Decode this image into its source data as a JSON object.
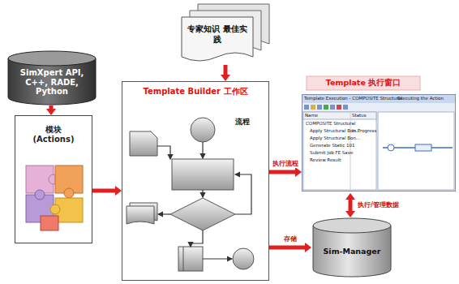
{
  "diagram": {
    "nodes": [
      {
        "text": [
          "SimXpert API, C++, RADE, Python"
        ]
      },
      {
        "text": [
          "模块 (Actions)"
        ]
      },
      {
        "text": [
          "专家知识 最佳实践"
        ]
      },
      {
        "text": [
          "Template Builder 工作区",
          "流程"
        ]
      },
      {
        "text": [
          "Template 执行窗口"
        ]
      },
      {
        "text": [
          "Sim-Manager"
        ]
      }
    ],
    "edges": [
      {
        "from": 0,
        "to": 1,
        "arrow": "to"
      },
      {
        "from": 1,
        "to": 3,
        "arrow": "to"
      },
      {
        "from": 2,
        "to": 3,
        "arrow": "to"
      },
      {
        "from": 3,
        "to": 4,
        "label": "执行流程",
        "arrow": "to"
      },
      {
        "from": 3,
        "to": 5,
        "label": "存储",
        "arrow": "to"
      },
      {
        "from": 4,
        "to": 5,
        "label": "执行/管理数据",
        "arrow": "both"
      }
    ],
    "labels": [
      "Template Execution - COMPOSITE Structural",
      "Executing the Action",
      "Name",
      "Status",
      "COMPOSITE Structural",
      "Apply Structural Bon...",
      "In Progress",
      "Apply Structural Bon...",
      "Generate Static 101",
      "Submit Job FE Save",
      "Review Result"
    ]
  }
}
